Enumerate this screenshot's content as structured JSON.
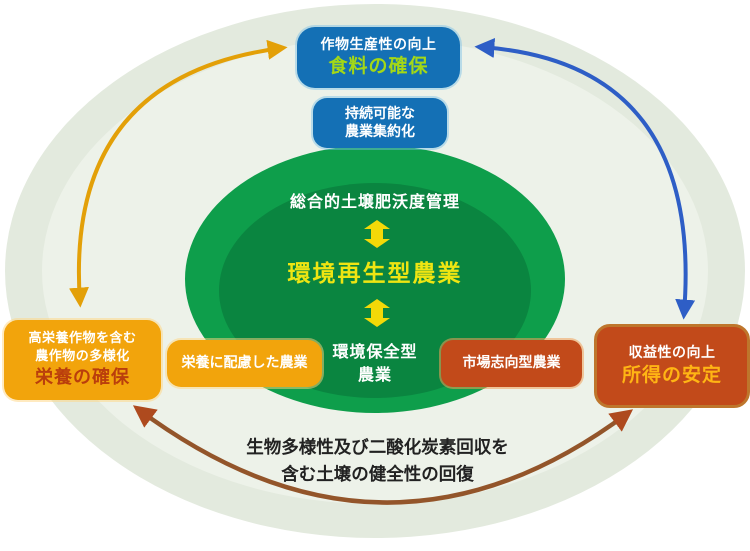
{
  "core": {
    "soil_management": "総合的土壌肥沃度管理",
    "regenerative_agriculture": "環境再生型農業",
    "conservation_line1": "環境保全型",
    "conservation_line2": "農業"
  },
  "boxes": {
    "food_security": {
      "top": "作物生産性の向上",
      "main": "食料の確保"
    },
    "sustainable_intensification": {
      "line1": "持続可能な",
      "line2": "農業集約化"
    },
    "nutrition_security": {
      "line1": "高栄養作物を含む",
      "line2": "農作物の多様化",
      "main": "栄養の確保"
    },
    "nutrition_sensitive_farming": {
      "label": "栄養に配慮した農業"
    },
    "market_oriented_farming": {
      "label": "市場志向型農業"
    },
    "income_stability": {
      "top": "収益性の向上",
      "main": "所得の安定"
    }
  },
  "caption": {
    "line1": "生物多様性及び二酸化炭素回収を",
    "line2": "含む土壌の健全性の回復"
  },
  "colors": {
    "blue_box": "#1470b5",
    "orange_box": "#f2a40c",
    "red_box": "#c24a1a",
    "green_ellipse_outer": "#0e9e4b",
    "green_ellipse_inner": "#0a8540",
    "pale_ring": "#e3eade",
    "pale_fill": "#edf2e9",
    "accent_yellow_arrow": "#f3d908",
    "regen_title_yellow": "#eee512",
    "food_highlight_green_yellow": "#a4d816",
    "income_highlight_gold": "#ffb514",
    "nutrition_highlight_dark_red": "#ba3e0c",
    "arrow_orange": "#e3a008",
    "arrow_blue": "#2e5ec6",
    "arrow_brown_line": "#93552a",
    "arrow_brown_head": "#ae4a1e"
  }
}
